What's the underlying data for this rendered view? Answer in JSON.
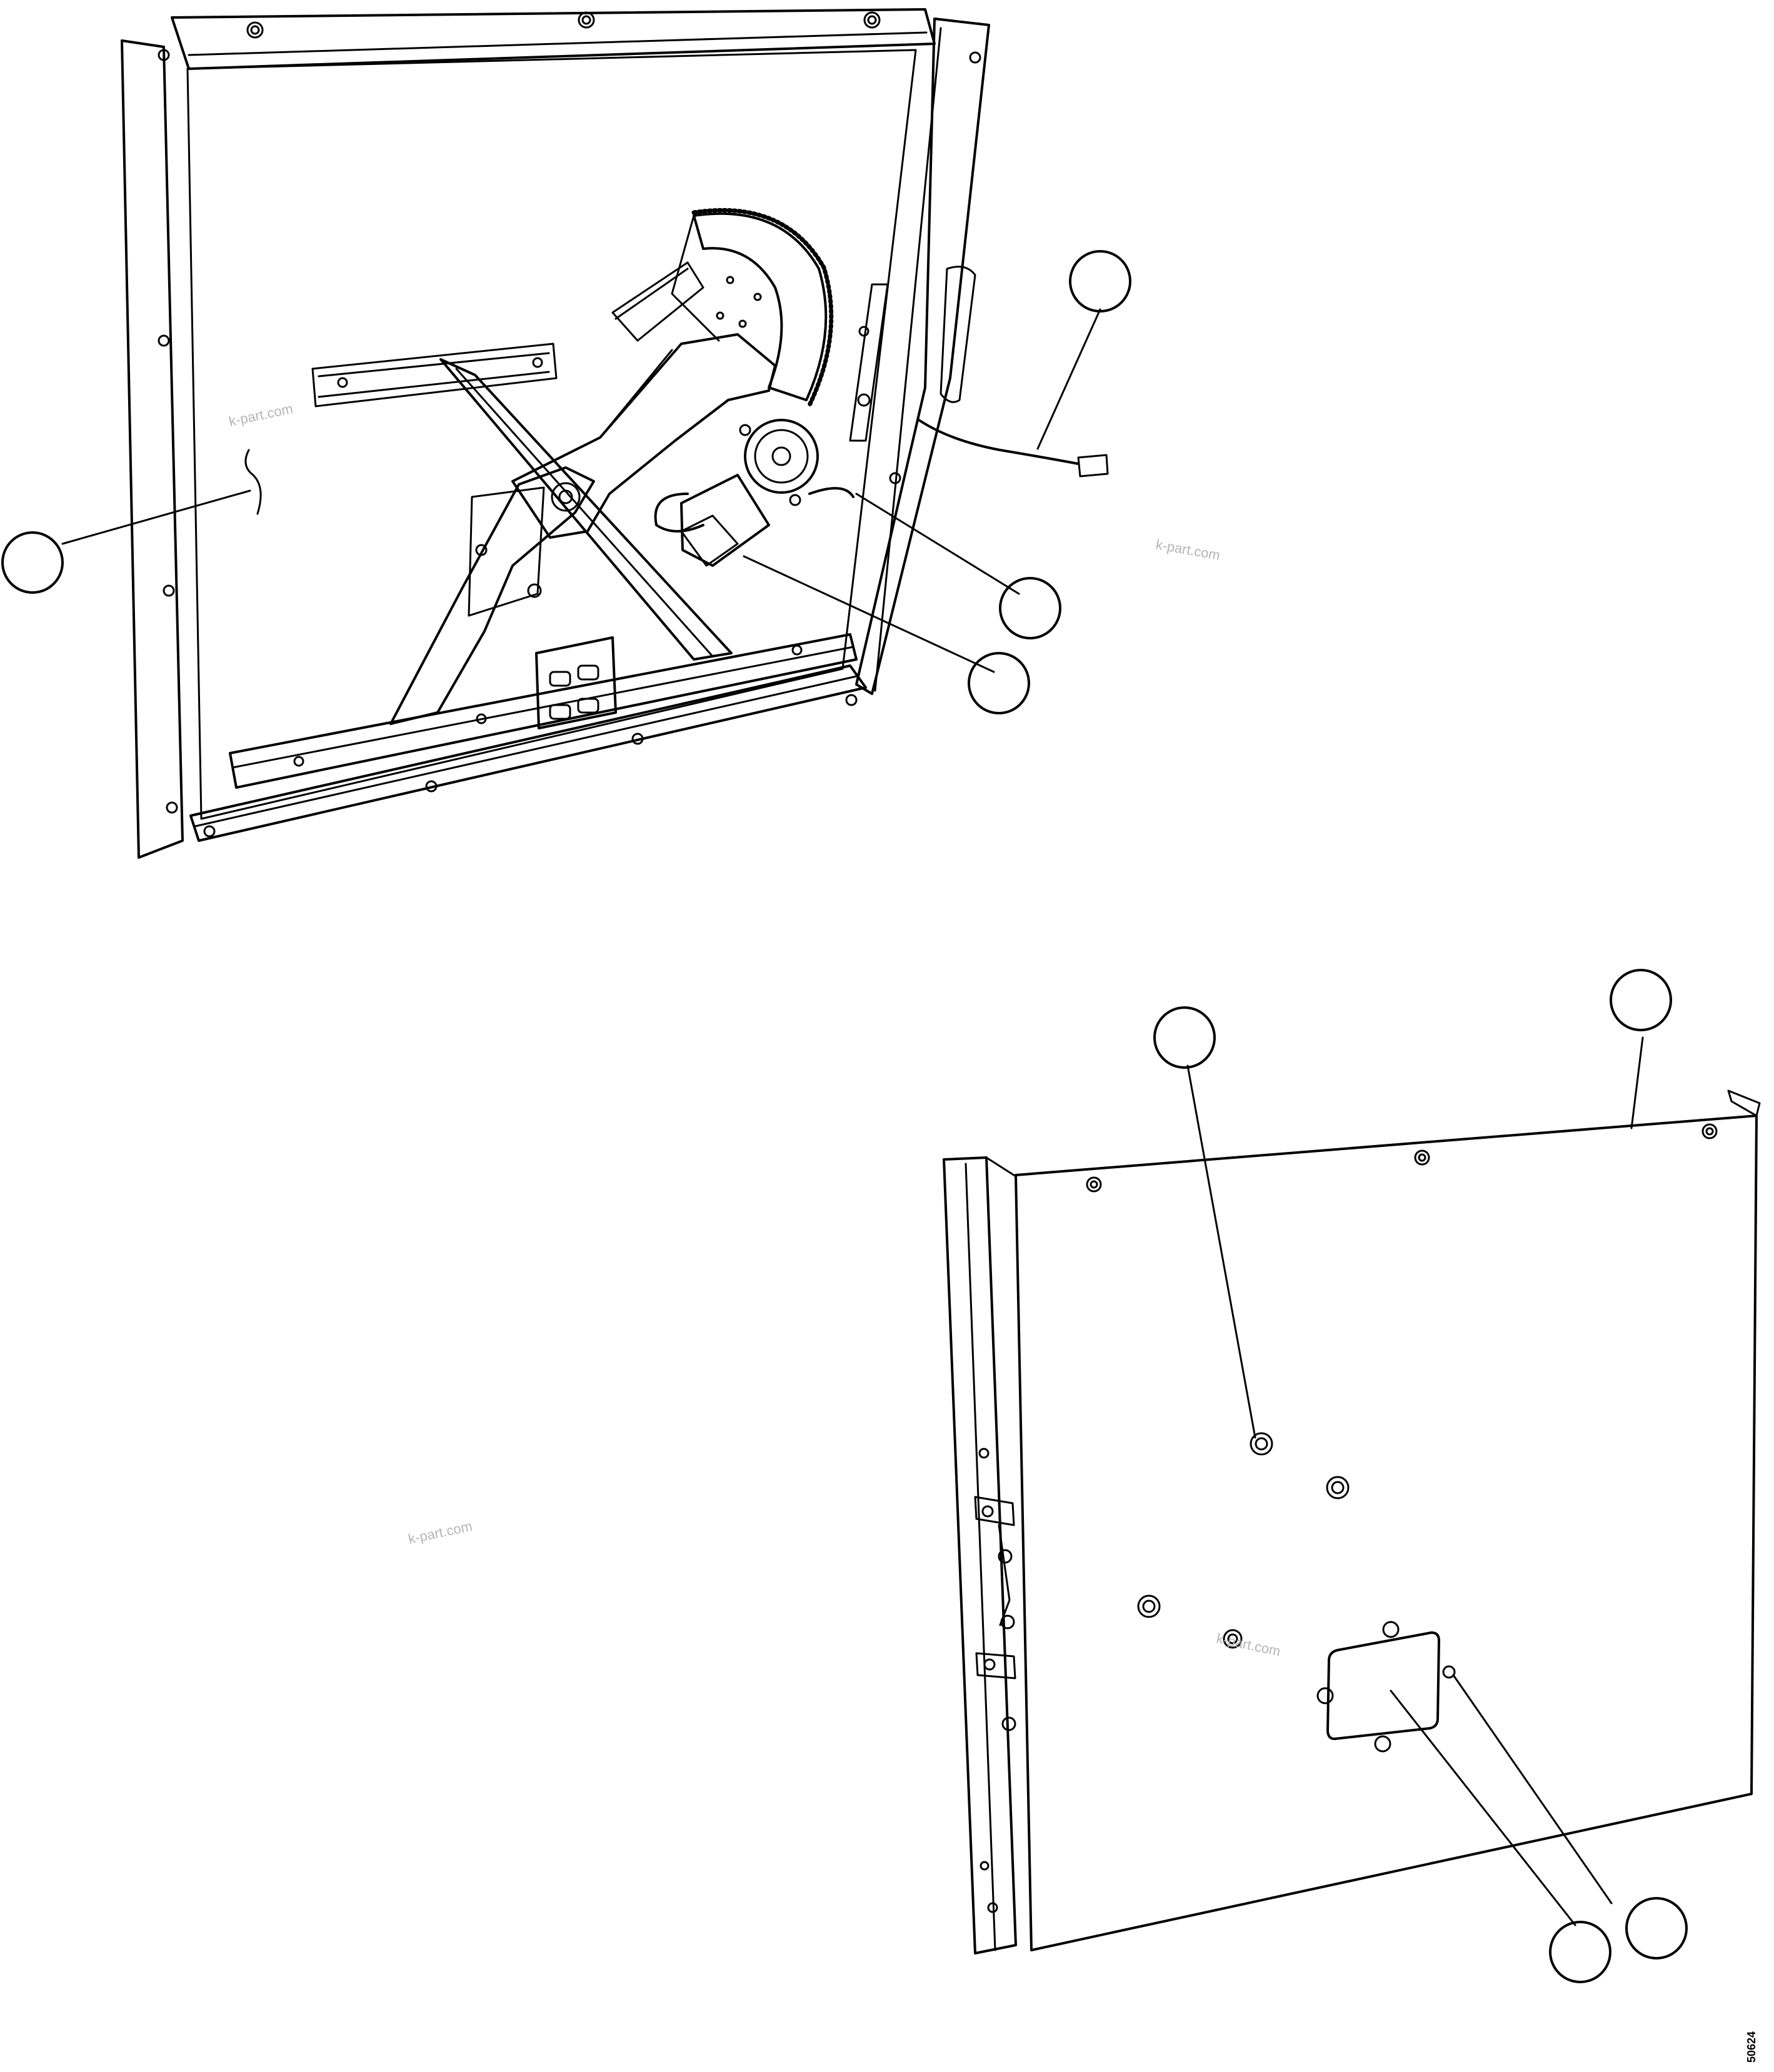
{
  "watermark": "k-part.com",
  "drawing_code": "50624",
  "colors": {
    "line": "#000000",
    "background": "#ffffff",
    "watermark": "#b5b5b5"
  },
  "callouts": [
    {
      "id": "callout-left-panel"
    },
    {
      "id": "callout-harness"
    },
    {
      "id": "callout-screw"
    },
    {
      "id": "callout-motor"
    },
    {
      "id": "callout-stud-nut"
    },
    {
      "id": "callout-cover-panel"
    },
    {
      "id": "callout-access-plate"
    },
    {
      "id": "callout-plate-screw"
    }
  ]
}
